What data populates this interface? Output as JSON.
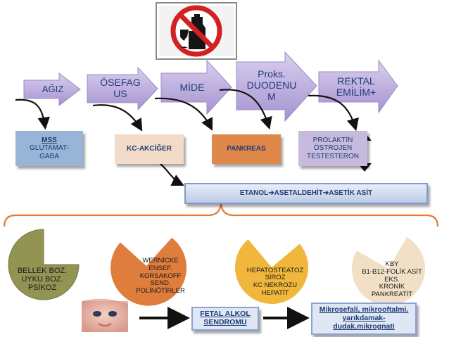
{
  "icons": {
    "no_alcohol": "no-alcohol-sign-icon",
    "baby": "baby-face-photo"
  },
  "stages": {
    "agiz": "AĞIZ",
    "ozefagus": "ÖSEFAG\nUS",
    "mide": "MİDE",
    "duodenum": "Proks.\nDUODENU\nM",
    "rektal": "REKTAL\nEMİLİM+"
  },
  "effects": {
    "mss": "MSS",
    "mss_sub": "GLUTAMAT-\nGABA",
    "kc": "KC-AKCİĞER",
    "pankreas": "PANKREAS",
    "hormon": "PROLAKTİN\nÖSTROJEN\nTESTESTERON"
  },
  "metabolism": "ETANOL➔ASETALDEHİT➔ASETİK ASİT",
  "pies": {
    "p1": "BELLEK BOZ.\nUYKU BOZ.\nPSİKOZ",
    "p2": "WERNİCKE\nENSEF.\nKORSAKOFF\nSEND.\nPOLİNÖTİRLER",
    "p3": "HEPATOSTEATOZ\nSİROZ\nKC NEKROZU\nHEPATİT",
    "p4": "KBY\nB1-B12-FOLİK ASİT\nEKS.\nKRONİK\nPANKREATİT"
  },
  "fetal": "FETAL ALKOL\nSENDROMU",
  "outcome": "Mikrosefali, mikrooftalmi,\nyarıkdamak-\ndudak.mikrognati",
  "colors": {
    "arrow_violet": "#b6a6d6",
    "box_blue": "#98b4d6",
    "box_peach": "#f2dcc7",
    "box_orange": "#e0874a",
    "box_lavender": "#c6bbdc",
    "pie_olive": "#929454",
    "pie_orange": "#de7d3c",
    "pie_gold": "#f1b63c",
    "pie_cream": "#f1e0c5",
    "text_blue": "#1f3c76",
    "brace_orange": "#e27b33"
  }
}
